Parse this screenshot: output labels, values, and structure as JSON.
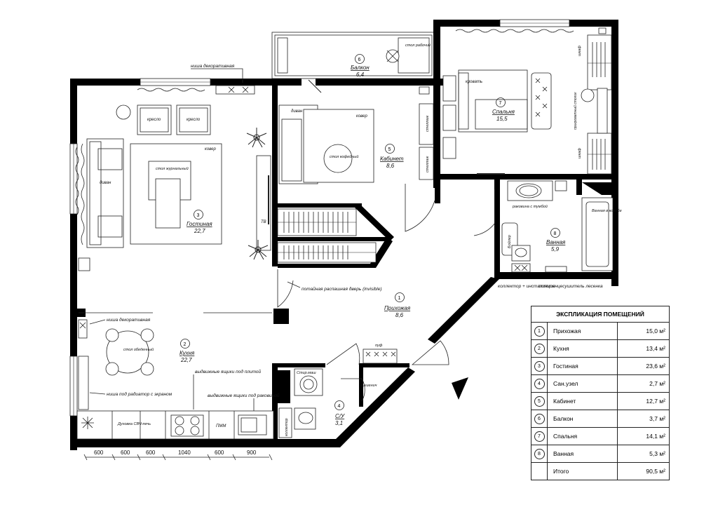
{
  "rooms": [
    {
      "num": "1",
      "name": "Прихожая",
      "area": "8,6"
    },
    {
      "num": "2",
      "name": "Кухня",
      "area": "22,7"
    },
    {
      "num": "3",
      "name": "Гостиная",
      "area": "22,7"
    },
    {
      "num": "4",
      "name": "С/У",
      "area": "3,1"
    },
    {
      "num": "5",
      "name": "Кабинет",
      "area": "8,6"
    },
    {
      "num": "6",
      "name": "Балкон",
      "area": "6,4"
    },
    {
      "num": "7",
      "name": "Спальня",
      "area": "15,5"
    },
    {
      "num": "8",
      "name": "Ванная",
      "area": "5,9"
    }
  ],
  "furniture": {
    "armchair": "кресло",
    "carpet": "ковер",
    "sofa": "диван",
    "coffee_table": "стол журнальный",
    "tv": "ТВ",
    "coffee_table2": "стол кофейный",
    "shelving": "стеллаж",
    "desk": "стол рабочий",
    "bed": "кровать",
    "cabinet": "шкаф",
    "bedside": "прикроватный столик",
    "sink_cabinet": "раковина с тумбой",
    "bath_box": "Ванная в коробе",
    "boiler": "Бойлер",
    "dining_table": "стол обеденный",
    "oven": "Духовка СВЧ-печь",
    "dishwasher": "ПММ",
    "washer": "Стир.маш",
    "shower": "гигиенич",
    "pouf": "пуф",
    "collector": "коллектор"
  },
  "annotations": {
    "niche_top": "ниша декоративная",
    "hidden_door": "потайная распашная дверь (invisible)",
    "niche_kitchen": "ниша декоративная",
    "radiator_niche": "ниша под радиатор с экраном",
    "drawers_hob": "выдвижные ящики под плитой",
    "drawers_sink": "выдвижные ящики под раковиной",
    "collector_install": "коллектор + инсталляция",
    "towel_dryer": "полотенцесушитель лесенка"
  },
  "dimensions": [
    "600",
    "600",
    "600",
    "1040",
    "600",
    "900"
  ],
  "legend": {
    "title": "ЭКСПЛИКАЦИЯ ПОМЕЩЕНИЙ",
    "rows": [
      {
        "num": "1",
        "name": "Прихожая",
        "area": "15,0 м²"
      },
      {
        "num": "2",
        "name": "Кухня",
        "area": "13,4 м²"
      },
      {
        "num": "3",
        "name": "Гостиная",
        "area": "23,6 м²"
      },
      {
        "num": "4",
        "name": "Сан.узел",
        "area": "2,7 м²"
      },
      {
        "num": "5",
        "name": "Кабинет",
        "area": "12,7 м²"
      },
      {
        "num": "6",
        "name": "Балкон",
        "area": "3,7 м²"
      },
      {
        "num": "7",
        "name": "Спальня",
        "area": "14,1 м²"
      },
      {
        "num": "8",
        "name": "Ванная",
        "area": "5,3 м²"
      }
    ],
    "total_label": "Итого",
    "total_area": "90,5 м²"
  }
}
